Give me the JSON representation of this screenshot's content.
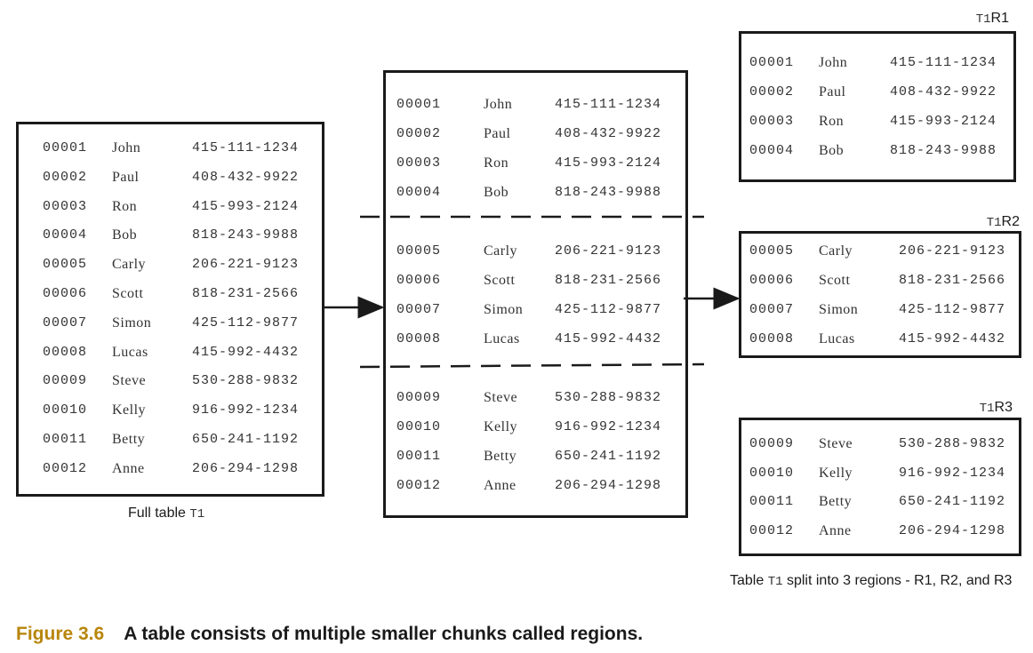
{
  "rows": [
    {
      "id": "00001",
      "name": "John",
      "phone": "415-111-1234"
    },
    {
      "id": "00002",
      "name": "Paul",
      "phone": "408-432-9922"
    },
    {
      "id": "00003",
      "name": "Ron",
      "phone": "415-993-2124"
    },
    {
      "id": "00004",
      "name": "Bob",
      "phone": "818-243-9988"
    },
    {
      "id": "00005",
      "name": "Carly",
      "phone": "206-221-9123"
    },
    {
      "id": "00006",
      "name": "Scott",
      "phone": "818-231-2566"
    },
    {
      "id": "00007",
      "name": "Simon",
      "phone": "425-112-9877"
    },
    {
      "id": "00008",
      "name": "Lucas",
      "phone": "415-992-4432"
    },
    {
      "id": "00009",
      "name": "Steve",
      "phone": "530-288-9832"
    },
    {
      "id": "00010",
      "name": "Kelly",
      "phone": "916-992-1234"
    },
    {
      "id": "00011",
      "name": "Betty",
      "phone": "650-241-1192"
    },
    {
      "id": "00012",
      "name": "Anne",
      "phone": "206-294-1298"
    }
  ],
  "full_table_caption": {
    "prefix": "Full table ",
    "code": "T1"
  },
  "region_labels": {
    "r1": {
      "code": "T1",
      "name": "R1"
    },
    "r2": {
      "code": "T1",
      "name": "R2"
    },
    "r3": {
      "code": "T1",
      "name": "R3"
    }
  },
  "split_caption": {
    "prefix": "Table ",
    "code": "T1",
    "suffix": " split into 3 regions - R1, R2, and R3"
  },
  "figure": {
    "number": "Figure 3.6",
    "title": "A table consists of multiple smaller chunks called regions."
  },
  "colors": {
    "accent": "#b8860b",
    "line": "#1a1a1a"
  }
}
